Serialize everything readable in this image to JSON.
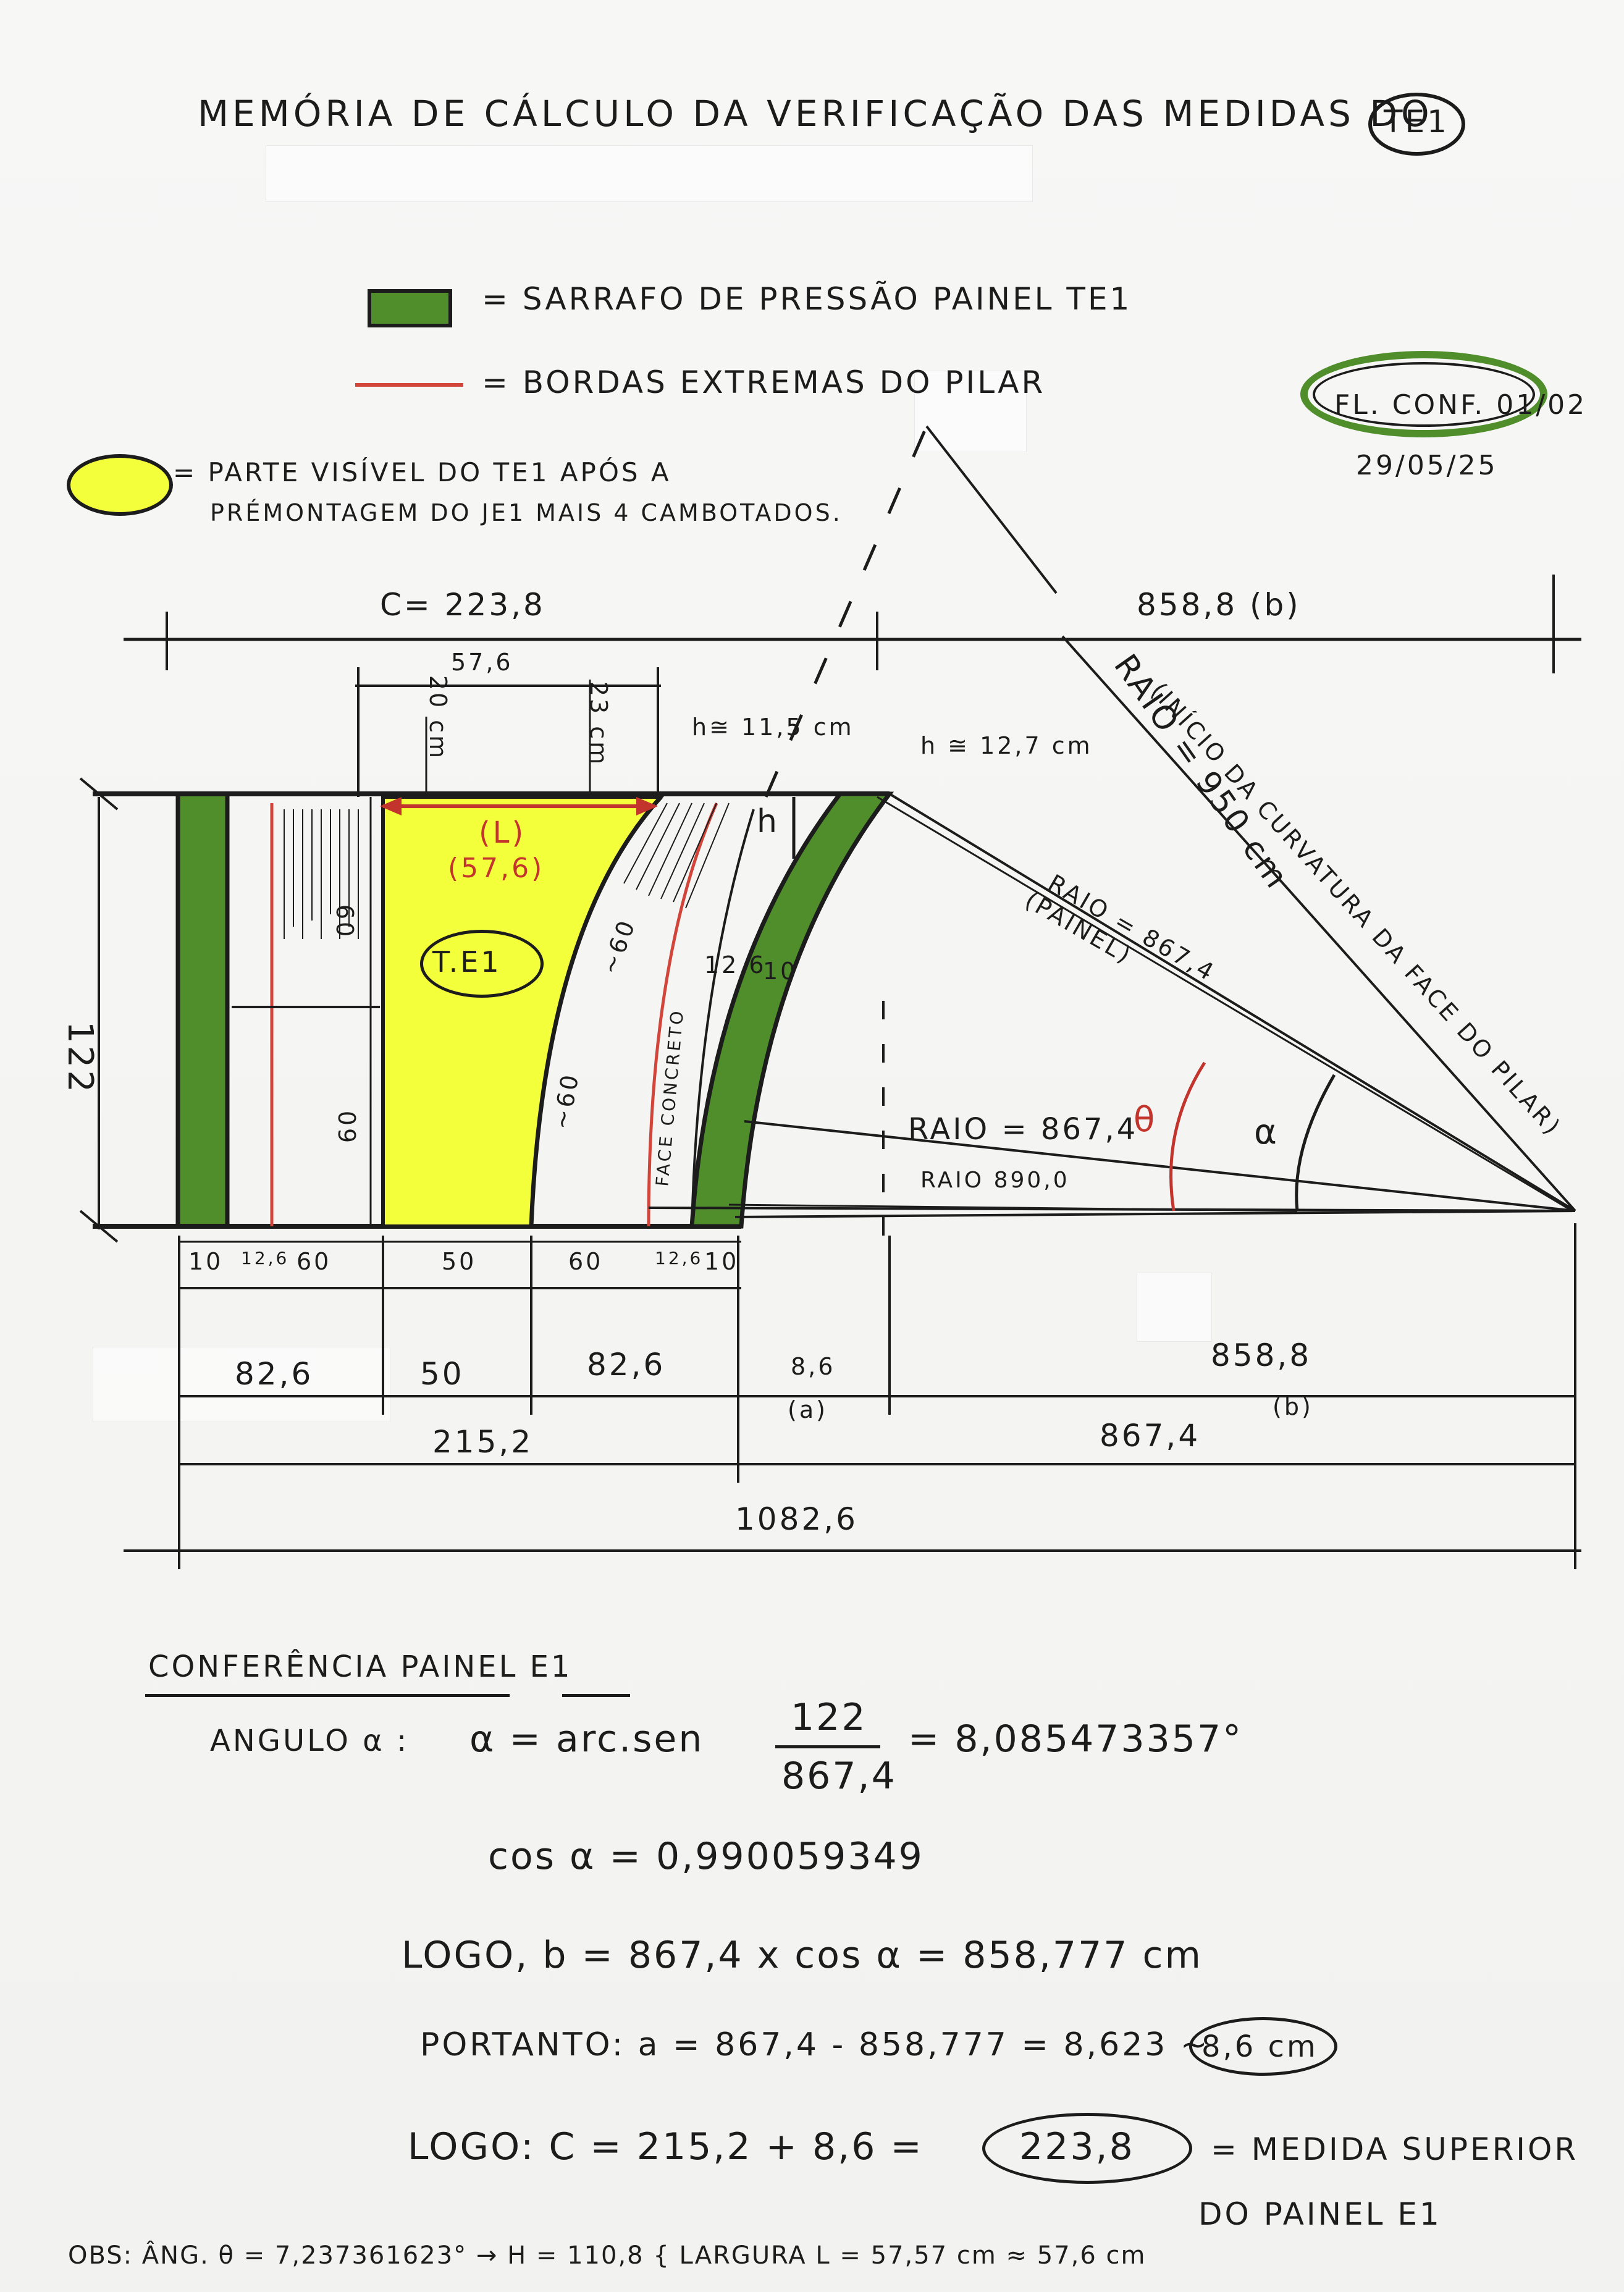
{
  "title": "MEMÓRIA DE CÁLCULO DA VERIFICAÇÃO DAS MEDIDAS DO",
  "title_circled": "TE1",
  "legend": {
    "green": "= SARRAFO DE PRESSÃO PAINEL TE1",
    "red": "= BORDAS EXTREMAS DO PILAR",
    "yellow_line1": "= PARTE VISÍVEL DO TE1 APÓS A",
    "yellow_line2": "PRÉMONTAGEM DO JE1 MAIS 4 CAMBOTADOS."
  },
  "stamp": {
    "text": "FL. CONF. 01/02",
    "date": "29/05/25"
  },
  "colors": {
    "green": "#4f8e2b",
    "yellow": "#f4ff3c",
    "red": "#d2453a",
    "ink": "#1c1c1c"
  },
  "drawing": {
    "top_left_dim": "C= 223,8",
    "top_right_dim": "858,8 (b)",
    "dim_576": "57,6",
    "dim_20": "20 cm",
    "dim_23": "23 cm",
    "h115": "h≅ 11,5 cm",
    "h127": "h ≅ 12,7 cm",
    "h_label": "h",
    "L_label": "(L)",
    "L_value": "(57,6)",
    "te1_label": "T.E1",
    "dim_60a": "60",
    "dim_60b": "60",
    "dim_60c": "~60",
    "dim_60d": "~60",
    "dim_126": "12,6",
    "dim_10": "10",
    "face_concreto": "FACE CONCRETO",
    "left_122": "122",
    "raio_950": "RAIO = 950 cm",
    "raio_950_note": "(INÍCIO DA CURVATURA DA FACE DO PILAR)",
    "raio_8674_painel": "RAIO = 867,4",
    "painel": "(PAINEL)",
    "raio_8674": "RAIO = 867,4",
    "raio_890": "RAIO 890,0",
    "theta": "θ",
    "alpha": "α",
    "bottom_row1": [
      "10",
      "12,6",
      "60",
      "50",
      "60",
      "12,6",
      "10"
    ],
    "bottom_row2": [
      "82,6",
      "50",
      "82,6",
      "8,6",
      "858,8"
    ],
    "a_label": "(a)",
    "b_label": "(b)",
    "row3_left": "215,2",
    "row3_right": "867,4",
    "total": "1082,6"
  },
  "calc": {
    "heading": "CONFERÊNCIA PAINEL E1",
    "line1_label": "ANGULO α :",
    "line1_expr": "α = arc.sen",
    "line1_num": "122",
    "line1_den": "867,4",
    "line1_res": "= 8,085473357°",
    "line2": "cos α = 0,990059349",
    "line3": "LOGO, b = 867,4 x cos α = 858,777 cm",
    "line4": "PORTANTO: a = 867,4 - 858,777 = 8,623 ~",
    "line4_circled": "8,6 cm",
    "line5": "LOGO: C = 215,2 + 8,6 =",
    "line5_circled": "223,8",
    "line5_note1": "= MEDIDA SUPERIOR",
    "line5_note2": "DO PAINEL E1",
    "obs": "OBS: ÂNG. θ = 7,237361623° → H = 110,8 { LARGURA L = 57,57 cm ≈ 57,6 cm"
  }
}
